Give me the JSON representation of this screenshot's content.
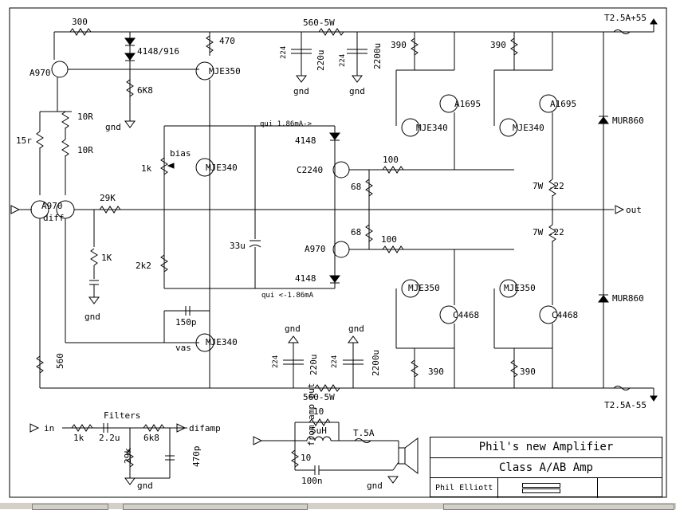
{
  "supply": {
    "fuse_pos": "T2.5A+55",
    "fuse_neg": "T2.5A-55",
    "res_top": "560-5W",
    "res_bottom": "560-5W",
    "diode_pos": "MUR860",
    "diode_neg": "MUR860"
  },
  "front": {
    "r300": "300",
    "diodes": "4148/916",
    "r470": "470",
    "a970_left": "A970",
    "mje350_top": "MJE350",
    "r6k8": "6K8",
    "gnd1": "gnd",
    "r10r_a": "10R",
    "r10r_b": "10R",
    "r15r": "15r",
    "a970_diff": "A970",
    "diff": "diff",
    "r29k": "29K",
    "r1k_gnd": "1K",
    "gnd2": "gnd",
    "r560": "560"
  },
  "vas": {
    "bias": "bias",
    "r1k": "1k",
    "mje340_bias": "MJE340",
    "r2k2": "2k2",
    "c33u": "33u",
    "c150p": "150p",
    "vas": "vas",
    "mje340_vas": "MJE340"
  },
  "output": {
    "qui_pos": "qui 1.86mA->",
    "qui_neg": "qui <-1.86mA",
    "d4148_top": "4148",
    "d4148_bot": "4148",
    "c2240": "C2240",
    "a970_out": "A970",
    "r100_top": "100",
    "r100_bot": "100",
    "r68_top": "68",
    "r68_bot": "68",
    "r390_1": "390",
    "r390_2": "390",
    "r390_3": "390",
    "r390_4": "390",
    "a1695_1": "A1695",
    "a1695_2": "A1695",
    "mje340_1": "MJE340",
    "mje340_2": "MJE340",
    "mje350_1": "MJE350",
    "mje350_2": "MJE350",
    "c4468_1": "C4468",
    "c4468_2": "C4468",
    "re_top": "7W .22",
    "re_bot": "7W .22",
    "out": "out"
  },
  "caps": {
    "c224_1": "224",
    "c220u_1": "220u",
    "c224_2": "224",
    "c2200u_1": "2200u",
    "gnd_t1": "gnd",
    "gnd_t2": "gnd",
    "gnd_b1": "gnd",
    "gnd_b2": "gnd",
    "c224_3": "224",
    "c220u_2": "220u",
    "c224_4": "224",
    "c2200u_2": "2200u"
  },
  "filters": {
    "title": "Filters",
    "in": "in",
    "r1k": "1k",
    "c22u": "2.2u",
    "r6k8": "6k8",
    "difamp": "difamp",
    "r29k": "29k",
    "c470p": "470p",
    "gnd": "gnd"
  },
  "zobel": {
    "from": "from amp out",
    "r10a": "10",
    "l5uh": "5uH",
    "fuse": "T.5A",
    "r10b": "10",
    "c100n": "100n",
    "gnd": "gnd"
  },
  "titleblock": {
    "title": "Phil's new Amplifier",
    "subtitle": "Class A/AB Amp",
    "author": "Phil Elliott"
  }
}
